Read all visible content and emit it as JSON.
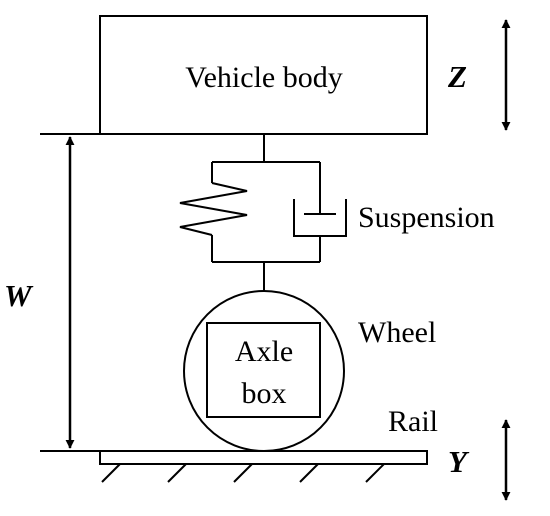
{
  "labels": {
    "body": "Vehicle body",
    "suspension": "Suspension",
    "wheel": "Wheel",
    "axle_line1": "Axle",
    "axle_line2": "box",
    "rail": "Rail"
  },
  "symbols": {
    "z": "Z",
    "w": "W",
    "y": "Y"
  },
  "colors": {
    "stroke": "#000000",
    "background": "#ffffff"
  }
}
